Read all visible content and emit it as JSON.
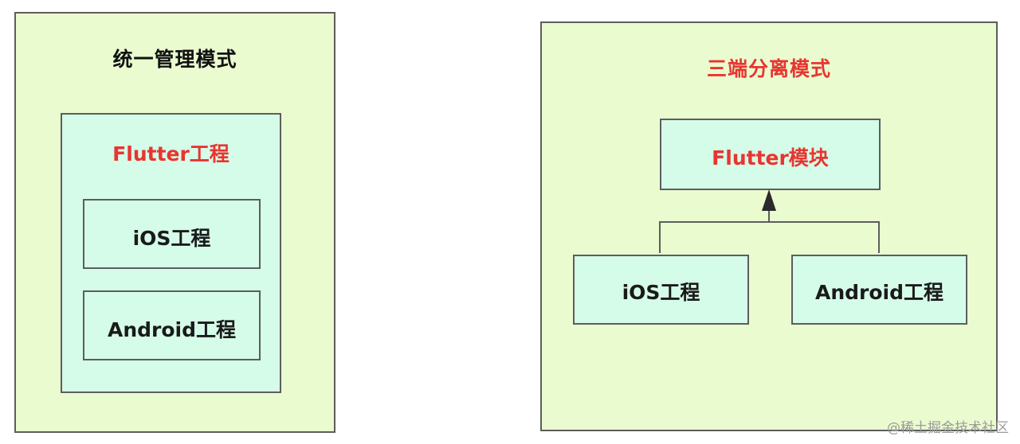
{
  "left_panel": {
    "title": "统一管理模式",
    "outer_box": {
      "label": "Flutter工程"
    },
    "inner_boxes": [
      {
        "label": "iOS工程"
      },
      {
        "label": "Android工程"
      }
    ]
  },
  "right_panel": {
    "title": "三端分离模式",
    "top_box": {
      "label": "Flutter模块"
    },
    "bottom_boxes": [
      {
        "label": "iOS工程"
      },
      {
        "label": "Android工程"
      }
    ]
  },
  "watermark": "@稀土掘金技术社区",
  "colors": {
    "panel_bg": "#eafbd0",
    "box_bg": "#d5fbe9",
    "border": "#5d5d5d",
    "accent_red": "#e8352f",
    "text_dark": "#1a1a1a"
  }
}
